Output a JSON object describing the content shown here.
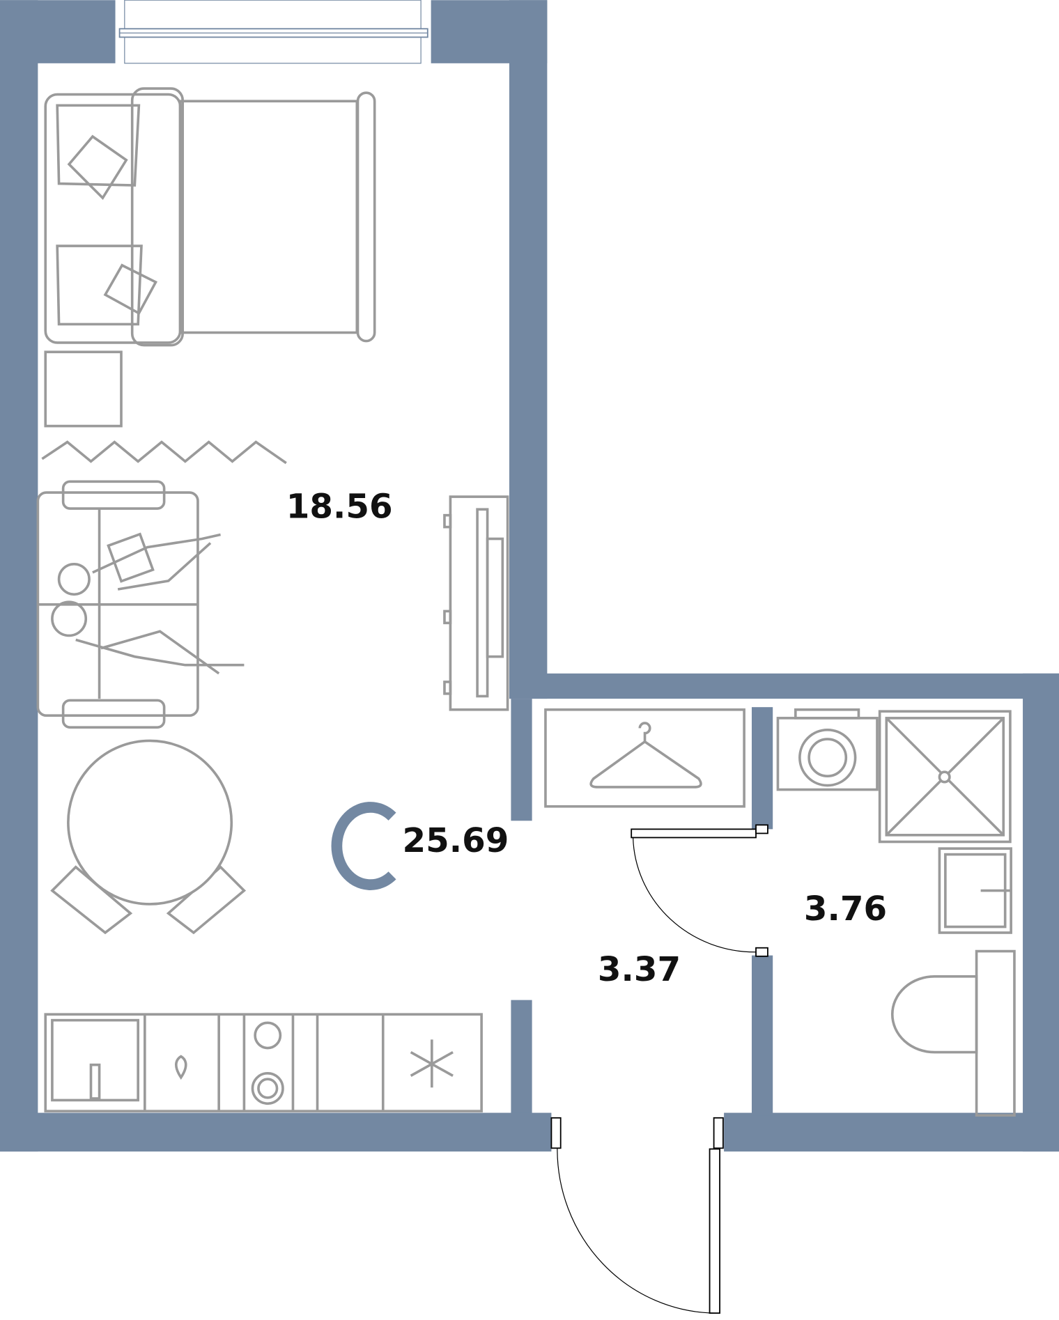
{
  "plan": {
    "logo_letter": "C",
    "colors": {
      "wall": "#7388a2",
      "furniture": "#9a9a9a",
      "text": "#111111"
    },
    "areas": {
      "living_room": "18.56",
      "total": "25.69",
      "hallway": "3.37",
      "bathroom": "3.76"
    }
  }
}
